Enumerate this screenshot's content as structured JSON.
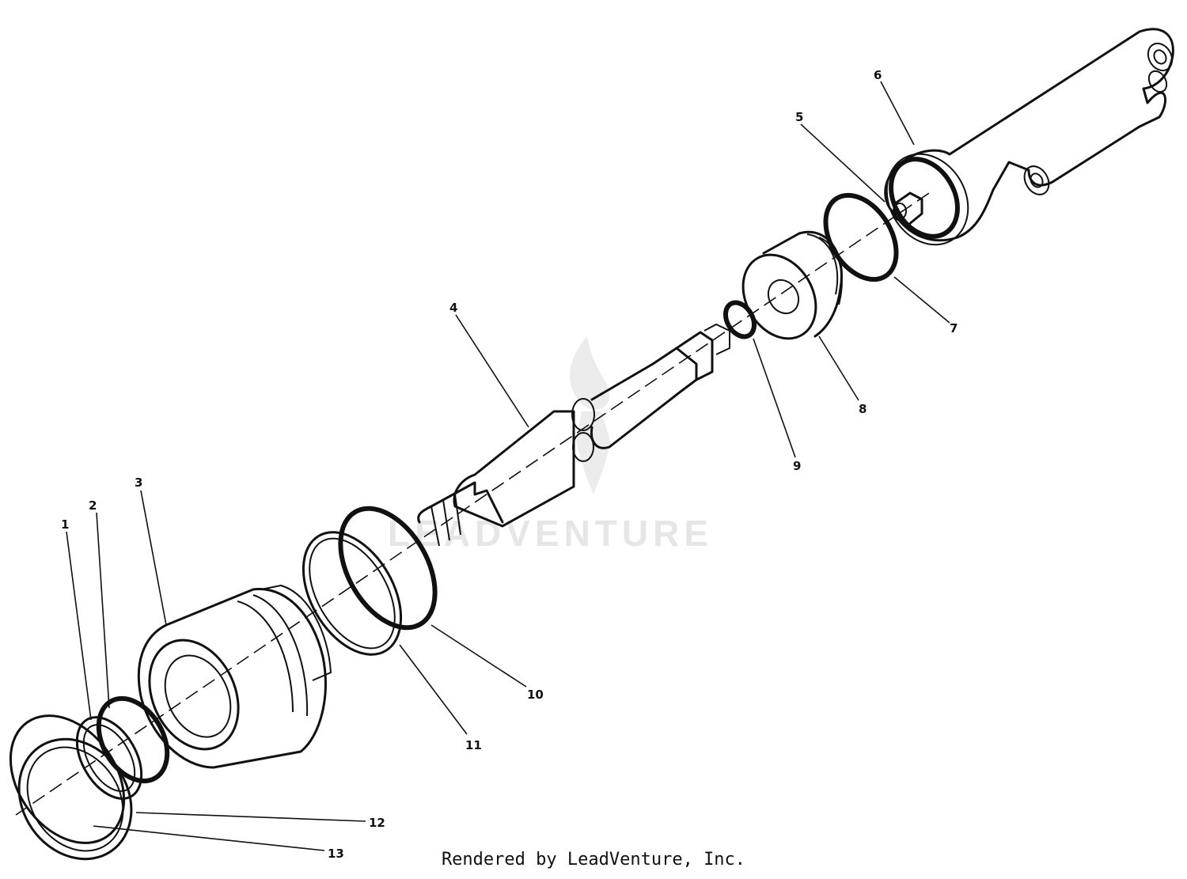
{
  "diagram": {
    "callouts": [
      "1",
      "2",
      "3",
      "4",
      "5",
      "6",
      "7",
      "8",
      "9",
      "10",
      "11",
      "12",
      "13"
    ],
    "watermark": "LEADVENTURE"
  },
  "footer": {
    "credit": "Rendered by LeadVenture, Inc."
  }
}
